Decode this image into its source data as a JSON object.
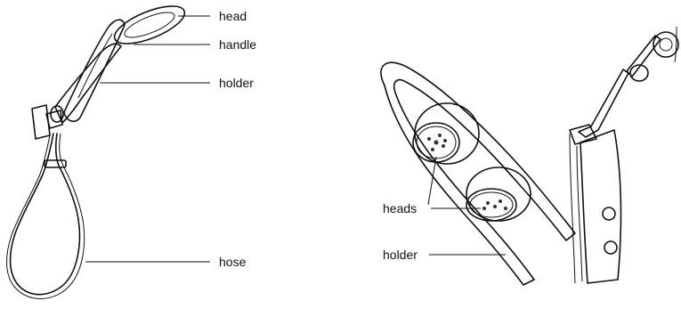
{
  "left_figure": {
    "labels": {
      "head": "head",
      "handle": "handle",
      "holder": "holder",
      "hose": "hose"
    }
  },
  "right_figure": {
    "labels": {
      "heads": "heads",
      "holder": "holder"
    }
  }
}
